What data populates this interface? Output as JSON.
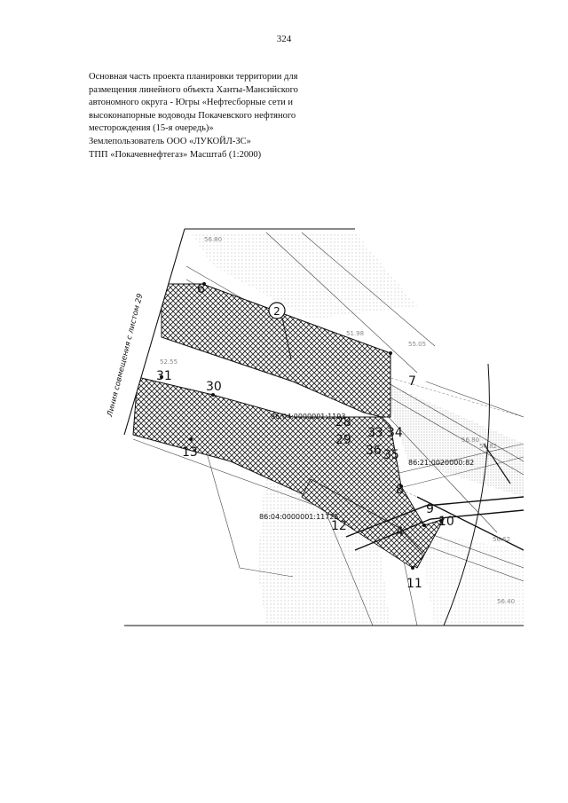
{
  "page_number": "324",
  "caption_lines": [
    "Основная часть проекта планировки территории для",
    "размещения линейного объекта Ханты-Мансийского",
    "автономного округа - Югры «Нефтесборные сети и",
    "высоконапорные водоводы Покачевского нефтяного",
    "месторождения (15-я очередь)»",
    "Землепользователь ООО «ЛУКОЙЛ-ЗС»",
    "ТПП «Покачевнефтегаз» Масштаб (1:2000)"
  ],
  "map": {
    "side_label": "Линия совмещения с листом 29",
    "zone_marker": "2",
    "points": {
      "p6": "6",
      "p7": "7",
      "p31": "31",
      "p30": "30",
      "p13": "13",
      "p28": "28",
      "p29": "29",
      "p33": "33",
      "p34": "34",
      "p35": "35",
      "p36": "36",
      "p8": "8",
      "p9": "9",
      "p10": "10",
      "p12": "12",
      "p11": "11",
      "p4": "4"
    },
    "parcels": {
      "a": "86:04:0000001:1193",
      "b": "86:21:0020000:82",
      "c": "86:04:0000001:11725"
    },
    "faint_labels": {
      "f1": "56.80",
      "f2": "51.98",
      "f3": "55.05",
      "f4": "56.80",
      "f5": "56.82",
      "f6": "56.62",
      "f7": "56.40",
      "f8": "52.55"
    }
  }
}
